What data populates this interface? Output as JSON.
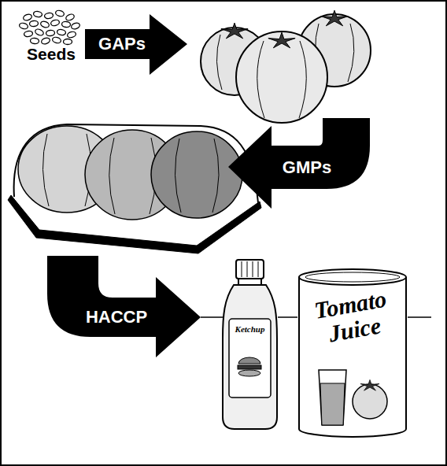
{
  "diagram": {
    "nodes": [
      {
        "text": [
          "GAPs"
        ]
      },
      {
        "text": [
          "GMPs"
        ]
      },
      {
        "text": [
          "HACCP"
        ]
      },
      {
        "text": [
          "Ketchup"
        ]
      },
      {
        "text": [
          "Tomato Juice"
        ]
      }
    ],
    "edges": [
      {
        "from": 2,
        "to": 3,
        "arrow": "none"
      },
      {
        "from": 3,
        "to": 4,
        "arrow": "none"
      }
    ],
    "labels": [
      "Seeds"
    ]
  }
}
